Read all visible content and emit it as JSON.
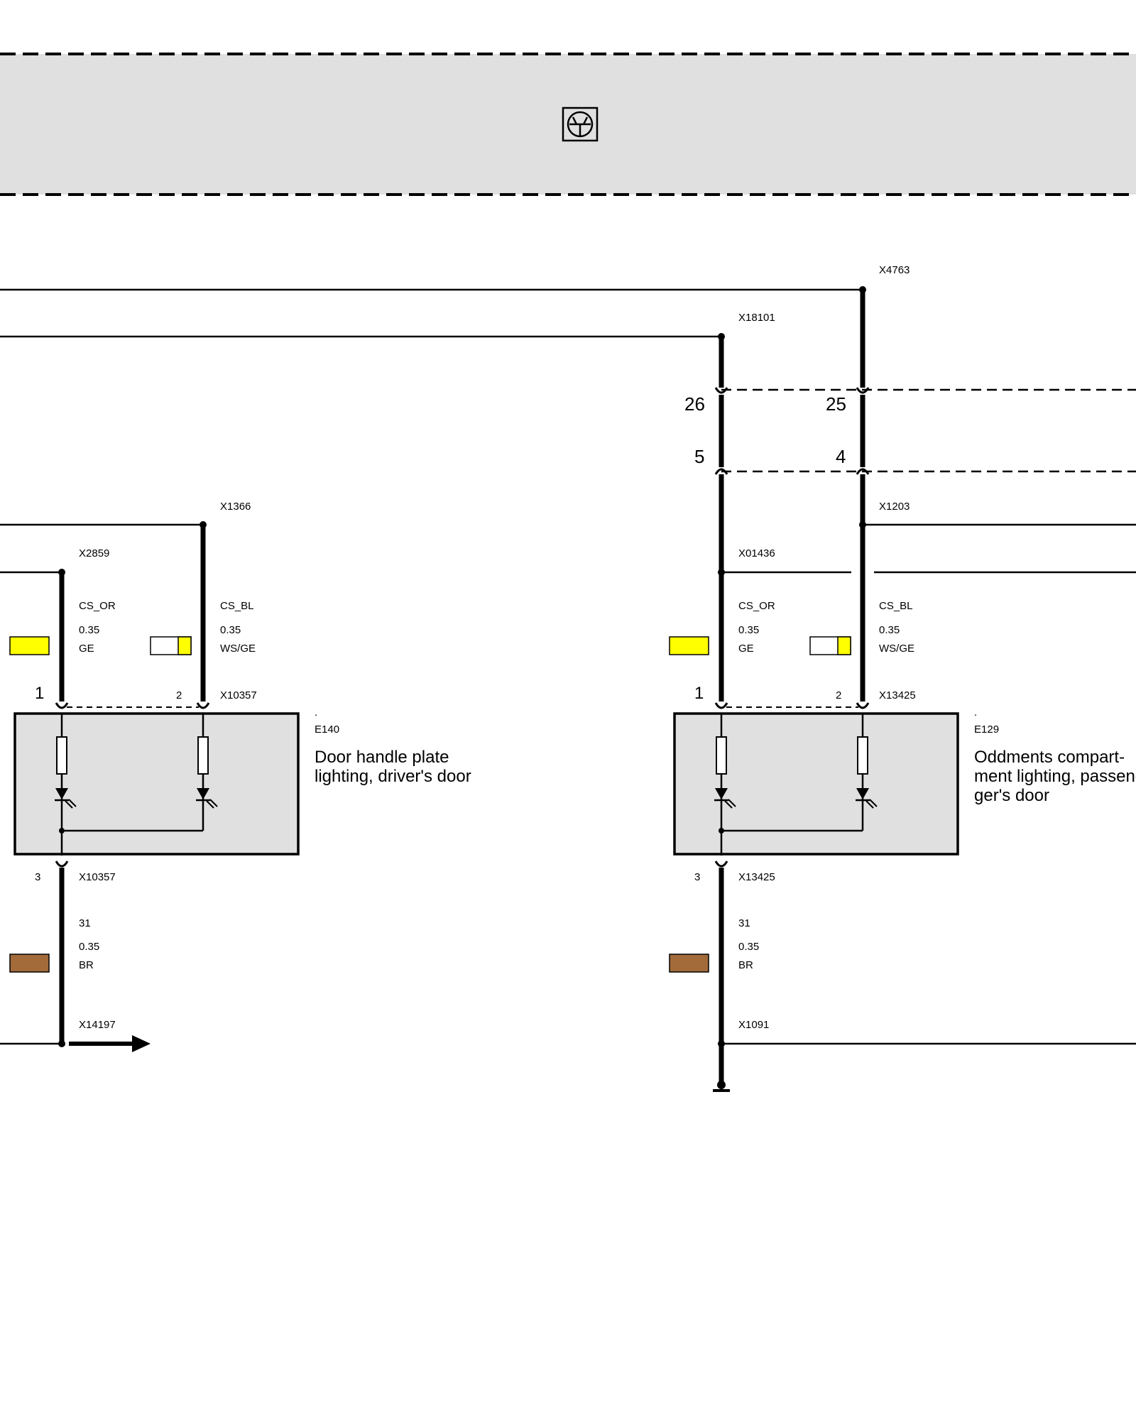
{
  "control_unit": {
    "symbol": "transistor-symbol",
    "fill": "#e0e0e0"
  },
  "colors": {
    "GE": "#ffff00",
    "WS": "#ffffff",
    "BR": "#a36a3a"
  },
  "top_connectors": {
    "x4763": "X4763",
    "x18101": "X18101"
  },
  "pins": {
    "p26": "26",
    "p25": "25",
    "p5": "5",
    "p4": "4"
  },
  "left": {
    "x1366": "X1366",
    "x2859": "X2859",
    "wire1": {
      "signal": "CS_OR",
      "size": "0.35",
      "color": "GE"
    },
    "wire2": {
      "signal": "CS_BL",
      "size": "0.35",
      "color": "WS/GE"
    },
    "pin1": "1",
    "pin2": "2",
    "conn_top": "X10357",
    "dot": ".",
    "component_id": "E140",
    "component_name_line1": "Door handle plate",
    "component_name_line2": "lighting, driver's door",
    "pin3": "3",
    "conn_bottom": "X10357",
    "ground": {
      "signal": "31",
      "size": "0.35",
      "color": "BR"
    },
    "splice": "X14197"
  },
  "right": {
    "x1203": "X1203",
    "x01436": "X01436",
    "wire1": {
      "signal": "CS_OR",
      "size": "0.35",
      "color": "GE"
    },
    "wire2": {
      "signal": "CS_BL",
      "size": "0.35",
      "color": "WS/GE"
    },
    "pin1": "1",
    "pin2": "2",
    "conn_top": "X13425",
    "dot": ".",
    "component_id": "E129",
    "component_name_line1": "Oddments compart-",
    "component_name_line2": "ment lighting, passen-",
    "component_name_line3": "ger's door",
    "pin3": "3",
    "conn_bottom": "X13425",
    "ground": {
      "signal": "31",
      "size": "0.35",
      "color": "BR"
    },
    "splice": "X1091"
  }
}
